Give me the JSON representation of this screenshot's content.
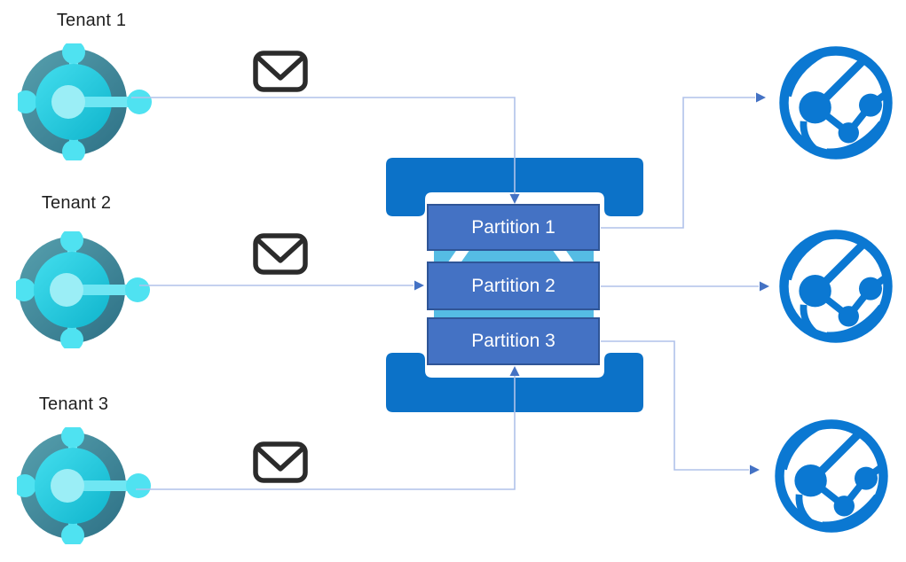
{
  "diagram": {
    "tenants": [
      {
        "label": "Tenant 1",
        "icon": "tenant-icon"
      },
      {
        "label": "Tenant 2",
        "icon": "tenant-icon"
      },
      {
        "label": "Tenant 3",
        "icon": "tenant-icon"
      }
    ],
    "event_hub": {
      "icon": "event-hub-brackets-icon",
      "partitions": [
        {
          "label": "Partition 1"
        },
        {
          "label": "Partition 2"
        },
        {
          "label": "Partition 3"
        }
      ]
    },
    "message_icons": [
      {
        "icon": "envelope-icon"
      },
      {
        "icon": "envelope-icon"
      },
      {
        "icon": "envelope-icon"
      }
    ],
    "consumers": [
      {
        "icon": "web-app-globe-icon"
      },
      {
        "icon": "web-app-globe-icon"
      },
      {
        "icon": "web-app-globe-icon"
      }
    ],
    "connections": [
      {
        "from": "tenant-1",
        "to": "partition-1"
      },
      {
        "from": "tenant-2",
        "to": "partition-2"
      },
      {
        "from": "tenant-3",
        "to": "partition-3"
      },
      {
        "from": "partition-1",
        "to": "consumer-1"
      },
      {
        "from": "partition-2",
        "to": "consumer-2"
      },
      {
        "from": "partition-3",
        "to": "consumer-3"
      }
    ],
    "colors": {
      "bracket_blue": "#0c72c8",
      "partition_fill": "#4472c4",
      "partition_border": "#2f5597",
      "partition_text": "#ffffff",
      "band_light_blue": "#55bce4",
      "connector_line": "#b0c2ea",
      "arrowhead": "#4472c4",
      "tenant_ring_teal": "#3f8a9c",
      "tenant_inner_cyan": "#29cfe2",
      "tenant_node_cyan": "#4fe2f1",
      "envelope_stroke": "#2b2b2b",
      "globe_blue": "#0b78d2",
      "label_text": "#1f1f1f"
    }
  }
}
